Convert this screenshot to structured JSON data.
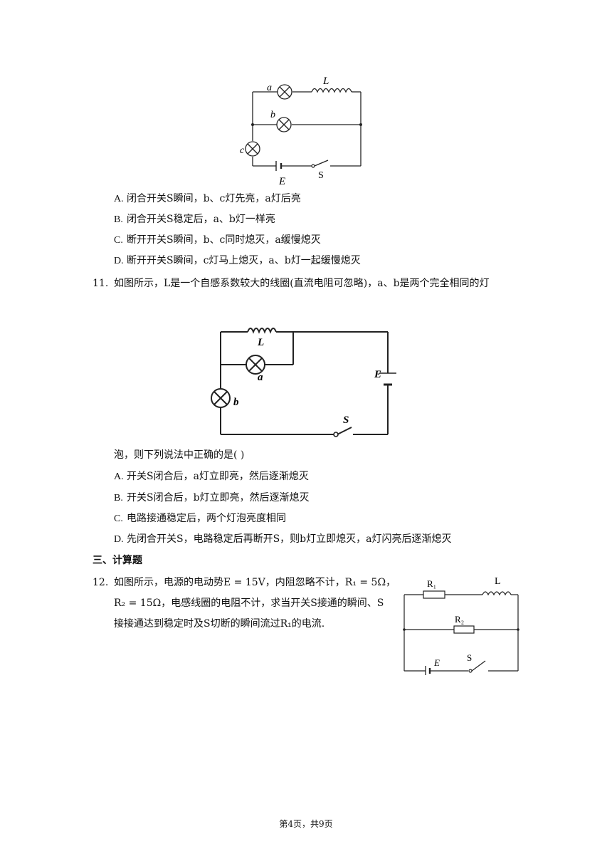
{
  "q10": {
    "fig": {
      "lamp_a": "a",
      "lamp_b": "b",
      "lamp_c": "c",
      "inductor": "L",
      "battery": "E",
      "switch": "S"
    },
    "options": [
      {
        "letter": "A.",
        "text": "闭合开关S瞬间，b、c灯先亮，a灯后亮"
      },
      {
        "letter": "B.",
        "text": "闭合开关S稳定后，a、b灯一样亮"
      },
      {
        "letter": "C.",
        "text": "断开开关S瞬间，b、c同时熄灭，a缓慢熄灭"
      },
      {
        "letter": "D.",
        "text": "断开开关S瞬间，c灯马上熄灭，a、b灯一起缓慢熄灭"
      }
    ]
  },
  "q11": {
    "number": "11.",
    "stem_line1": "如图所示，L是一个自感系数较大的线圈(直流电阻可忽略)，a、b是两个完全相同的灯",
    "stem_line2": "泡，则下列说法中正确的是(    )",
    "fig": {
      "inductor": "L",
      "lamp_a": "a",
      "lamp_b": "b",
      "battery": "E",
      "switch": "S"
    },
    "options": [
      {
        "letter": "A.",
        "text": "开关S闭合后，a灯立即亮，然后逐渐熄灭"
      },
      {
        "letter": "B.",
        "text": "开关S闭合后，b灯立即亮，然后逐渐熄灭"
      },
      {
        "letter": "C.",
        "text": "电路接通稳定后，两个灯泡亮度相同"
      },
      {
        "letter": "D.",
        "text": "先闭合开关S，电路稳定后再断开S，则b灯立即熄灭，a灯闪亮后逐渐熄灭"
      }
    ]
  },
  "section3": {
    "title": "三、计算题"
  },
  "q12": {
    "number": "12.",
    "line1": "如图所示，电源的电动势E = 15V，内阻忽略不计，R₁ = 5Ω，",
    "line2": "R₂ = 15Ω，电感线圈的电阻不计，求当开关S接通的瞬间、S",
    "line3": "接接通达到稳定时及S切断的瞬间流过R₁的电流.",
    "fig": {
      "r1": "R₁",
      "r2": "R₂",
      "inductor": "L",
      "battery": "E",
      "switch": "S"
    }
  },
  "footer": {
    "page": "第4页，共9页"
  }
}
